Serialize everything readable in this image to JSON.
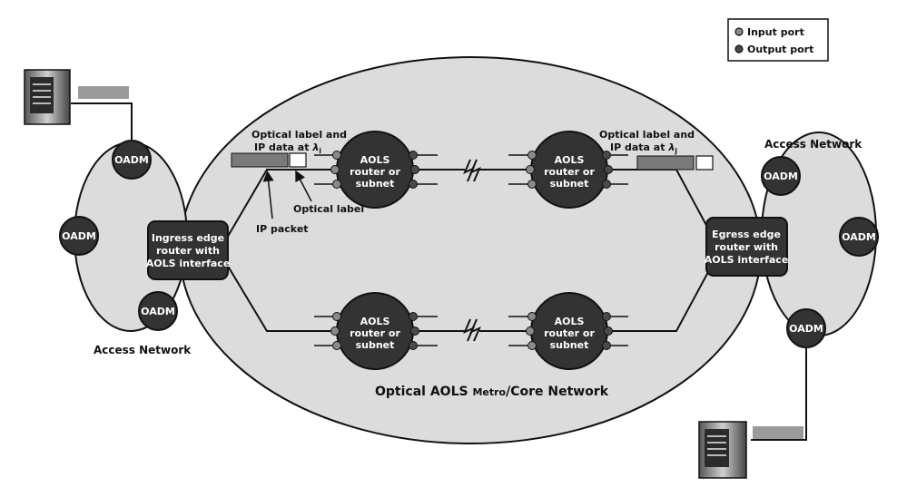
{
  "legend": {
    "input_port": "Input port",
    "output_port": "Output port"
  },
  "access_network_left": "Access Network",
  "access_network_right": "Access Network",
  "core_network": {
    "prefix": "Optical AOLS ",
    "small": "Metro",
    "suffix": "/Core Network"
  },
  "oadm_label": "OADM",
  "ingress": [
    "Ingress edge",
    "router with",
    "AOLS interface"
  ],
  "egress": [
    "Egress edge",
    "router with",
    "AOLS interface"
  ],
  "router": [
    "AOLS",
    "router or",
    "subnet"
  ],
  "label_left": {
    "line1": "Optical label and",
    "line2": "IP data at ",
    "lambda": "λ",
    "sub": "i"
  },
  "label_right": {
    "line1": "Optical label and",
    "line2": "IP data at ",
    "lambda": "λ",
    "sub": "j"
  },
  "ip_packet": "IP packet",
  "optical_label": "Optical label",
  "colors": {
    "dark_node": "#333333",
    "ellipse_fill": "#dcdcdc",
    "packet_fill": "#7a7a7a",
    "port_input": "#8a8a8a",
    "port_output": "#4a4a4a"
  }
}
